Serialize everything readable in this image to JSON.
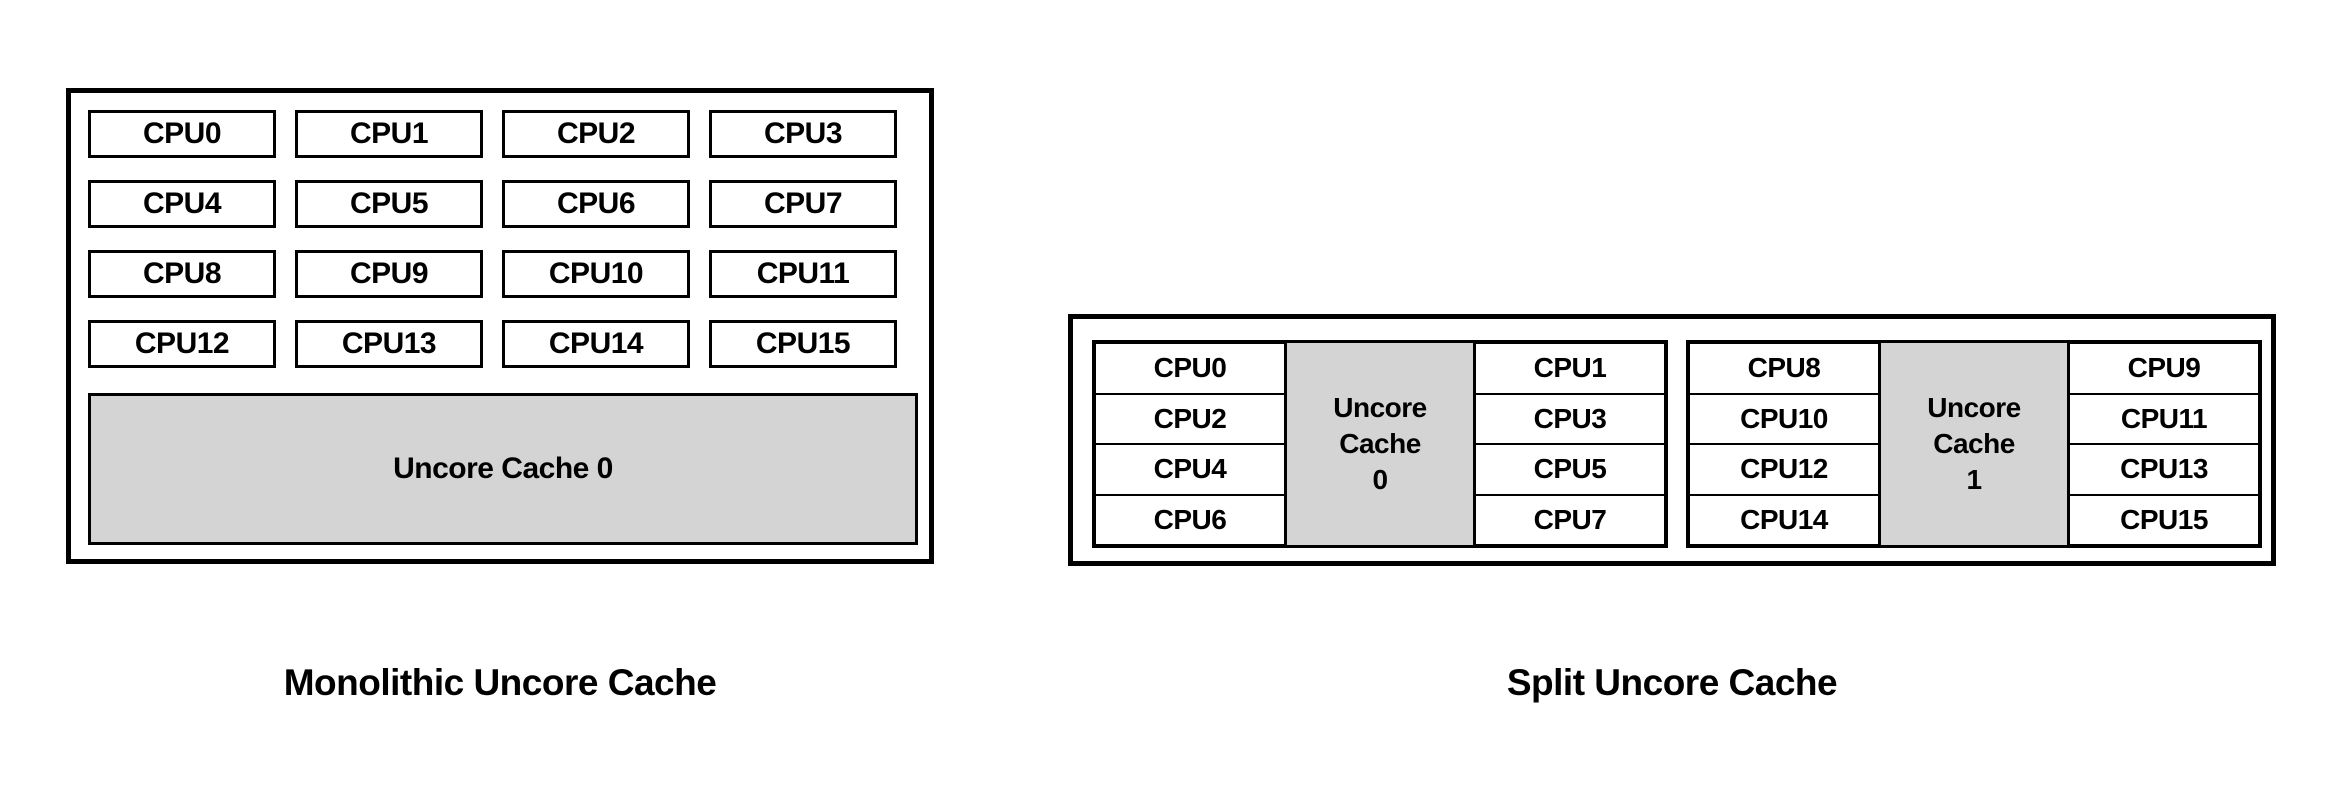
{
  "page": {
    "background": "#ffffff",
    "ink": "#000000",
    "cache_fill": "#d4d4d4"
  },
  "figures": [
    {
      "id": "monolithic",
      "caption": "Monolithic Uncore Cache",
      "cpu_rows": [
        [
          "CPU0",
          "CPU1",
          "CPU2",
          "CPU3"
        ],
        [
          "CPU4",
          "CPU5",
          "CPU6",
          "CPU7"
        ],
        [
          "CPU8",
          "CPU9",
          "CPU10",
          "CPU11"
        ],
        [
          "CPU12",
          "CPU13",
          "CPU14",
          "CPU15"
        ]
      ],
      "cache_label": "Uncore Cache 0"
    },
    {
      "id": "split",
      "caption": "Split Uncore Cache",
      "groups": [
        {
          "left_cpus": [
            "CPU0",
            "CPU2",
            "CPU4",
            "CPU6"
          ],
          "cache_line1": "Uncore",
          "cache_line2": "Cache",
          "cache_line3": "0",
          "right_cpus": [
            "CPU1",
            "CPU3",
            "CPU5",
            "CPU7"
          ]
        },
        {
          "left_cpus": [
            "CPU8",
            "CPU10",
            "CPU12",
            "CPU14"
          ],
          "cache_line1": "Uncore",
          "cache_line2": "Cache",
          "cache_line3": "1",
          "right_cpus": [
            "CPU9",
            "CPU11",
            "CPU13",
            "CPU15"
          ]
        }
      ]
    }
  ]
}
